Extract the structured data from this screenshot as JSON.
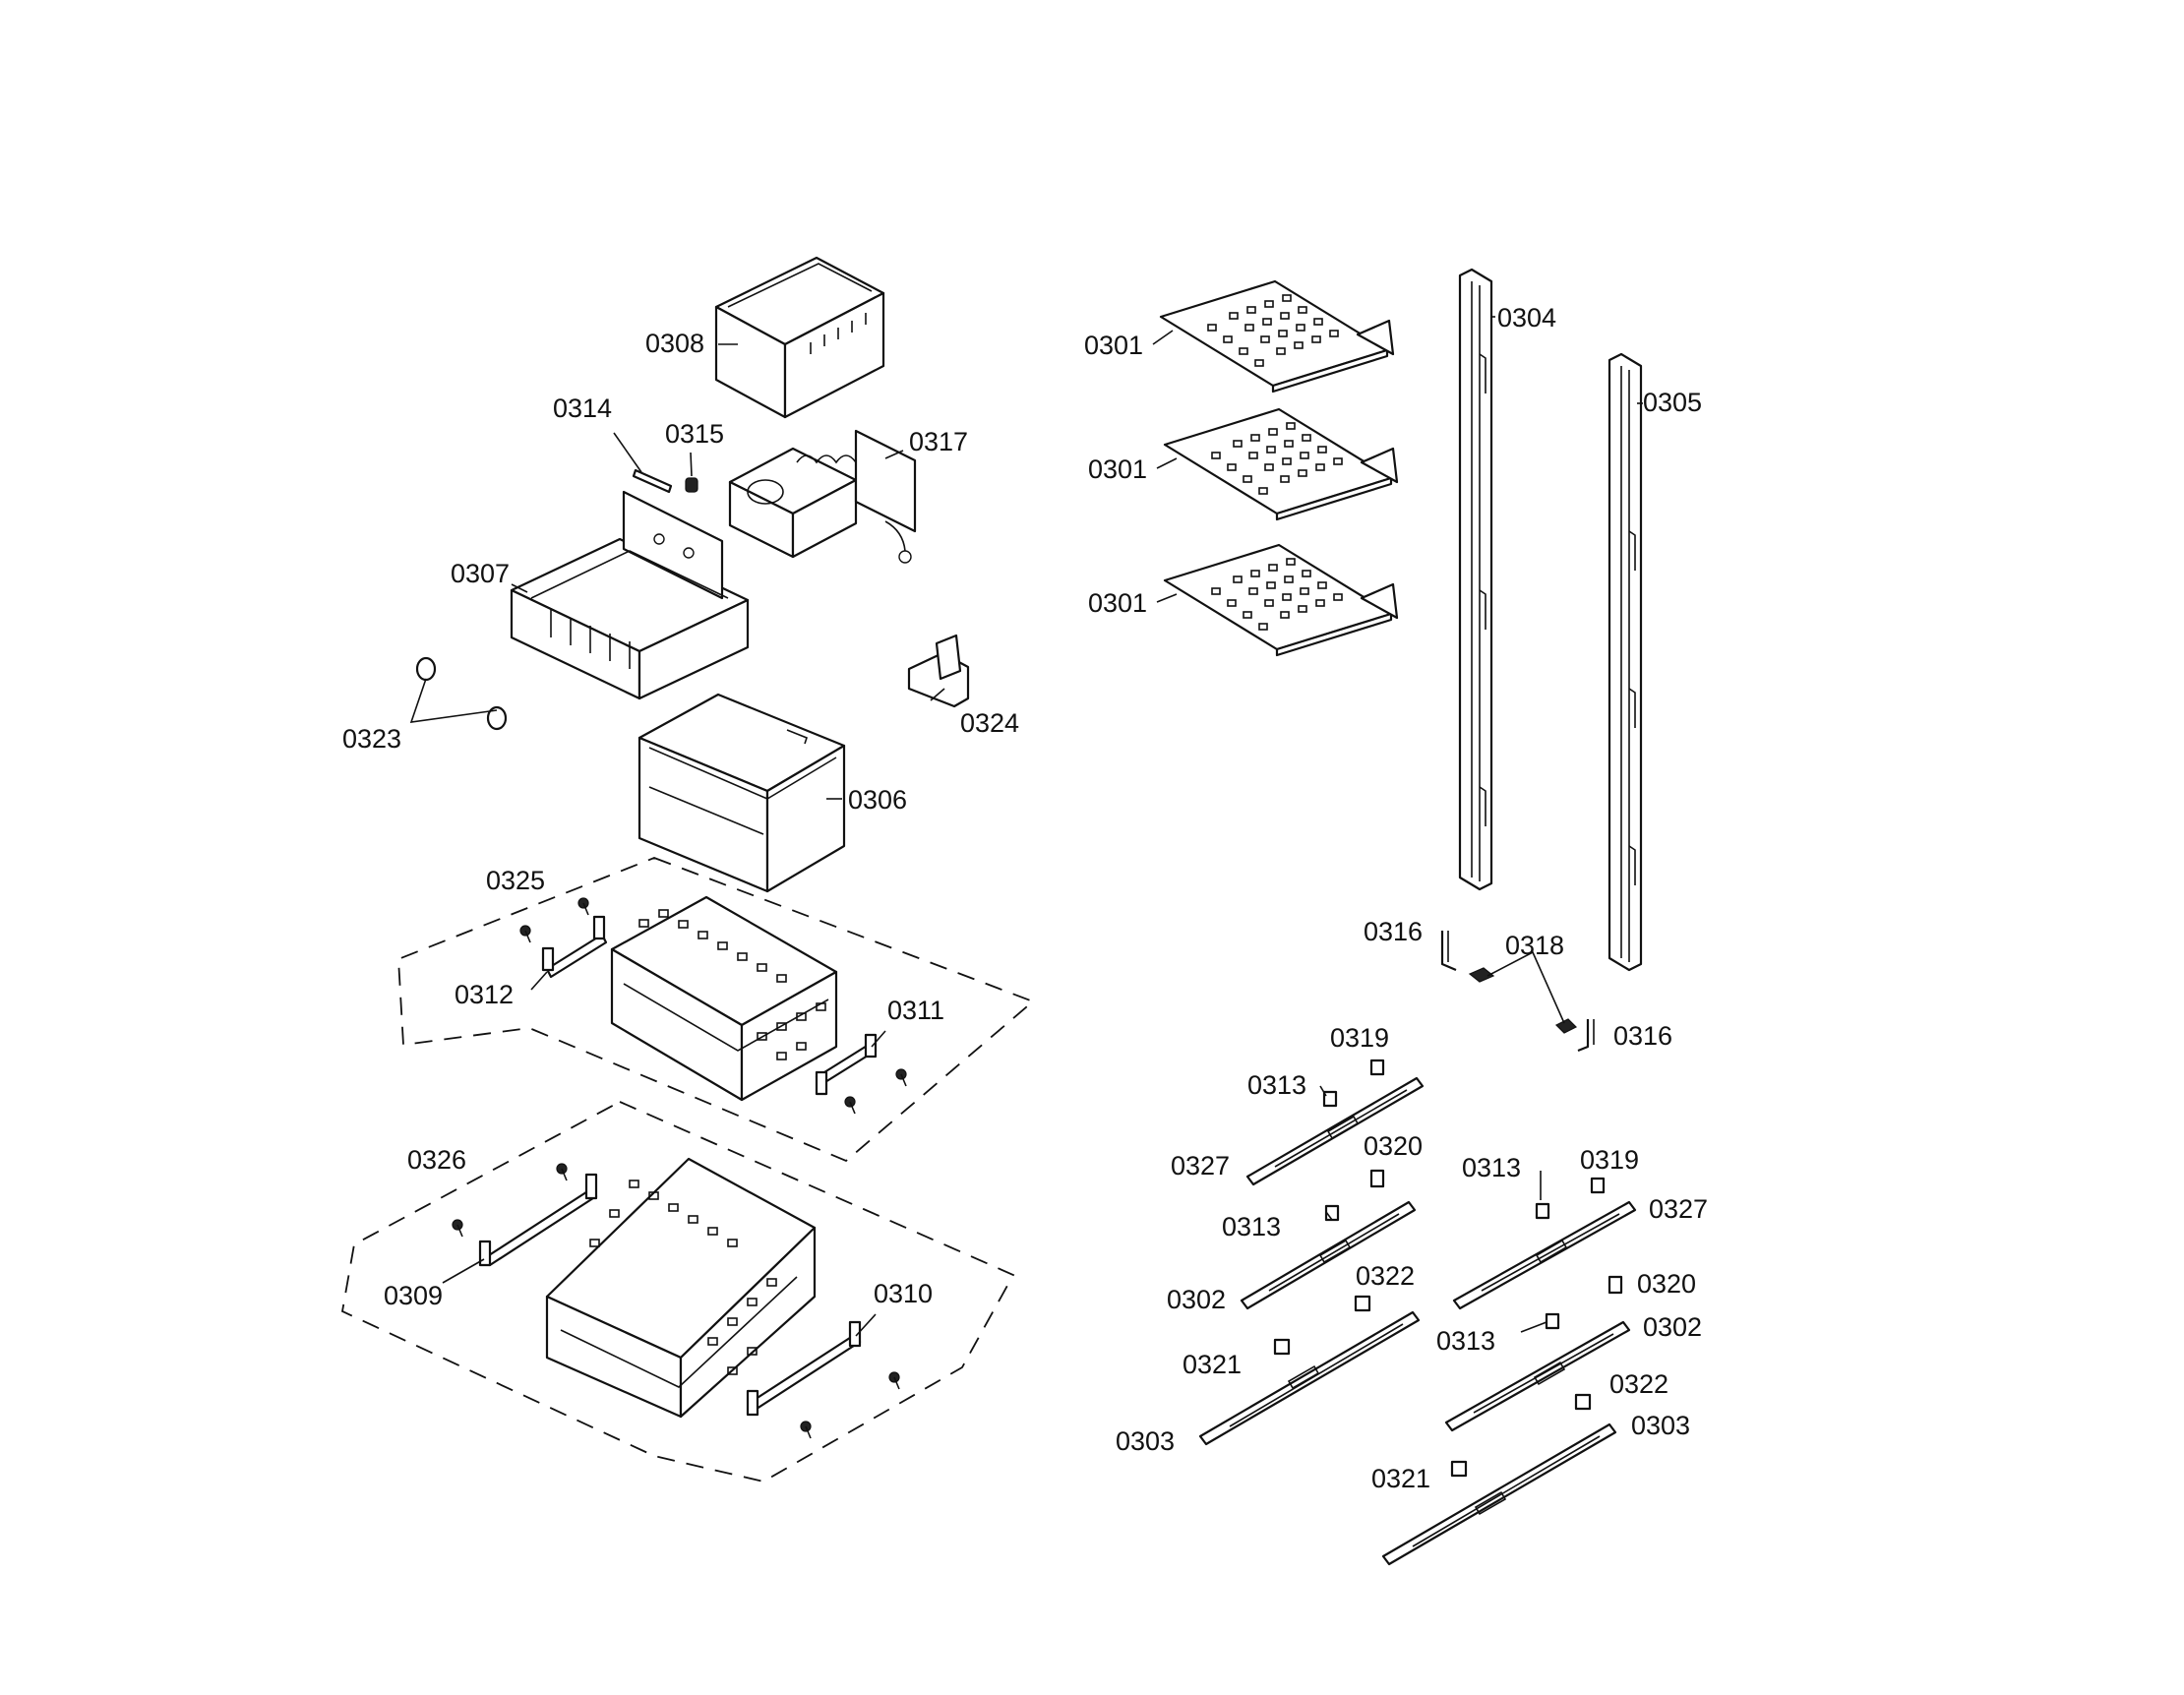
{
  "callouts": [
    {
      "id": "c0308",
      "text": "0308"
    },
    {
      "id": "c0314",
      "text": "0314"
    },
    {
      "id": "c0315",
      "text": "0315"
    },
    {
      "id": "c0317",
      "text": "0317"
    },
    {
      "id": "c0307",
      "text": "0307"
    },
    {
      "id": "c0323",
      "text": "0323"
    },
    {
      "id": "c0324",
      "text": "0324"
    },
    {
      "id": "c0306",
      "text": "0306"
    },
    {
      "id": "c0325",
      "text": "0325"
    },
    {
      "id": "c0312",
      "text": "0312"
    },
    {
      "id": "c0311",
      "text": "0311"
    },
    {
      "id": "c0326",
      "text": "0326"
    },
    {
      "id": "c0309",
      "text": "0309"
    },
    {
      "id": "c0310",
      "text": "0310"
    },
    {
      "id": "c0301a",
      "text": "0301"
    },
    {
      "id": "c0301b",
      "text": "0301"
    },
    {
      "id": "c0301c",
      "text": "0301"
    },
    {
      "id": "c0304",
      "text": "0304"
    },
    {
      "id": "c0305",
      "text": "0305"
    },
    {
      "id": "c0316a",
      "text": "0316"
    },
    {
      "id": "c0318",
      "text": "0318"
    },
    {
      "id": "c0316b",
      "text": "0316"
    },
    {
      "id": "c0319a",
      "text": "0319"
    },
    {
      "id": "c0313a",
      "text": "0313"
    },
    {
      "id": "c0320a",
      "text": "0320"
    },
    {
      "id": "c0327a",
      "text": "0327"
    },
    {
      "id": "c0313b",
      "text": "0313"
    },
    {
      "id": "c0302a",
      "text": "0302"
    },
    {
      "id": "c0322a",
      "text": "0322"
    },
    {
      "id": "c0321a",
      "text": "0321"
    },
    {
      "id": "c0303a",
      "text": "0303"
    },
    {
      "id": "c0313c",
      "text": "0313"
    },
    {
      "id": "c0319b",
      "text": "0319"
    },
    {
      "id": "c0327b",
      "text": "0327"
    },
    {
      "id": "c0320b",
      "text": "0320"
    },
    {
      "id": "c0313d",
      "text": "0313"
    },
    {
      "id": "c0302b",
      "text": "0302"
    },
    {
      "id": "c0322b",
      "text": "0322"
    },
    {
      "id": "c0303b",
      "text": "0303"
    },
    {
      "id": "c0321b",
      "text": "0321"
    }
  ]
}
